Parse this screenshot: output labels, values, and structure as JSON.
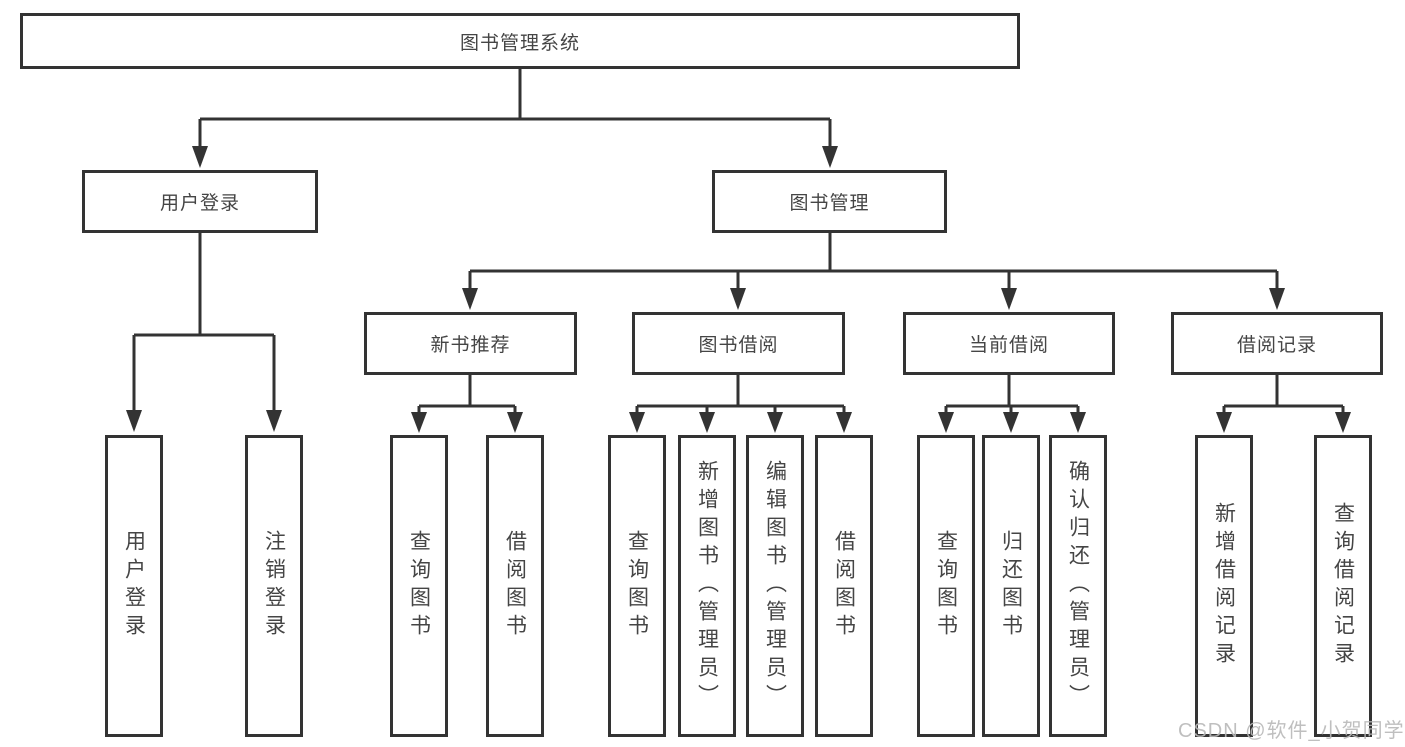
{
  "page": {
    "watermark": "CSDN @软件_小贺同学"
  },
  "diagram": {
    "type": "tree",
    "colors": {
      "line": "#333333",
      "box_border": "#333333",
      "box_fill": "#ffffff",
      "text": "#454545",
      "watermark": "#b9b9b9",
      "background": "#ffffff"
    },
    "root": {
      "label": "图书管理系统"
    },
    "level2": [
      {
        "id": "user-login",
        "label": "用户登录",
        "parent": "图书管理系统"
      },
      {
        "id": "book-management",
        "label": "图书管理",
        "parent": "图书管理系统"
      }
    ],
    "level3": [
      {
        "id": "new-book-recommend",
        "label": "新书推荐",
        "parent": "图书管理"
      },
      {
        "id": "book-borrowing",
        "label": "图书借阅",
        "parent": "图书管理"
      },
      {
        "id": "current-borrowing",
        "label": "当前借阅",
        "parent": "图书管理"
      },
      {
        "id": "borrowing-records",
        "label": "借阅记录",
        "parent": "图书管理"
      }
    ],
    "leaves": [
      {
        "label": "用户登录",
        "parent": "用户登录"
      },
      {
        "label": "注销登录",
        "parent": "用户登录"
      },
      {
        "label": "查询图书",
        "parent": "新书推荐"
      },
      {
        "label": "借阅图书",
        "parent": "新书推荐"
      },
      {
        "label": "查询图书",
        "parent": "图书借阅"
      },
      {
        "label": "新增图书（管理员）",
        "parent": "图书借阅"
      },
      {
        "label": "编辑图书（管理员）",
        "parent": "图书借阅"
      },
      {
        "label": "借阅图书",
        "parent": "图书借阅"
      },
      {
        "label": "查询图书",
        "parent": "当前借阅"
      },
      {
        "label": "归还图书",
        "parent": "当前借阅"
      },
      {
        "label": "确认归还（管理员）",
        "parent": "当前借阅"
      },
      {
        "label": "新增借阅记录",
        "parent": "借阅记录"
      },
      {
        "label": "查询借阅记录",
        "parent": "借阅记录"
      }
    ]
  }
}
